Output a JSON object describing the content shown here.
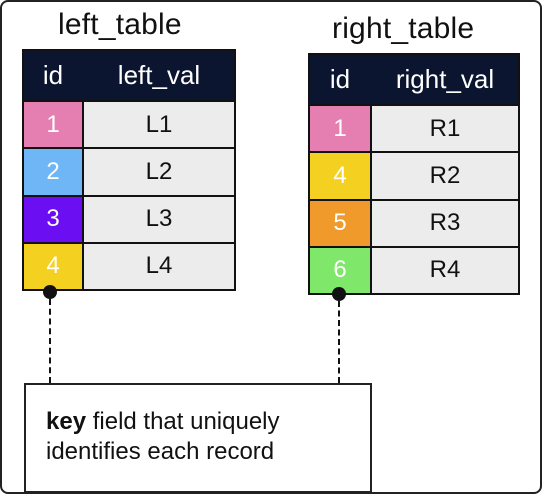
{
  "left_table": {
    "title": "left_table",
    "headers": {
      "id": "id",
      "val": "left_val"
    },
    "rows": [
      {
        "id": "1",
        "val": "L1",
        "color": "#e57fb1"
      },
      {
        "id": "2",
        "val": "L2",
        "color": "#6eb6f5"
      },
      {
        "id": "3",
        "val": "L3",
        "color": "#6b0ff2"
      },
      {
        "id": "4",
        "val": "L4",
        "color": "#f4d020"
      }
    ]
  },
  "right_table": {
    "title": "right_table",
    "headers": {
      "id": "id",
      "val": "right_val"
    },
    "rows": [
      {
        "id": "1",
        "val": "R1",
        "color": "#e57fb1"
      },
      {
        "id": "4",
        "val": "R2",
        "color": "#f4d020"
      },
      {
        "id": "5",
        "val": "R3",
        "color": "#ef9a2a"
      },
      {
        "id": "6",
        "val": "R4",
        "color": "#7fe86a"
      }
    ]
  },
  "callout": {
    "bold": "key",
    "text": " field that uniquely identifies each record"
  },
  "colors": {
    "header_bg": "#0c1530",
    "value_bg": "#ececec",
    "border": "#111111"
  }
}
